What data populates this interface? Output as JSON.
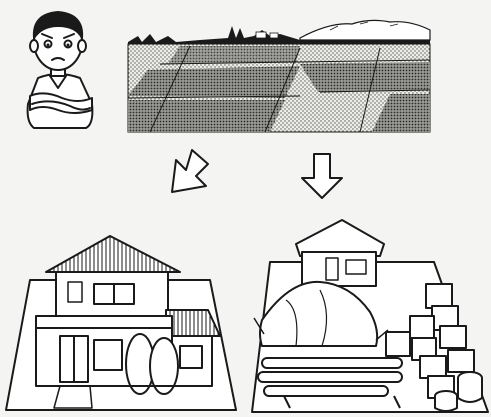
{
  "illustration": {
    "panels": [
      {
        "id": "farmland",
        "icon": "farmland-icon"
      },
      {
        "id": "house",
        "icon": "house-icon"
      },
      {
        "id": "storage_yard",
        "icon": "storage-yard-icon"
      }
    ],
    "figure": {
      "icon": "worried-man-icon"
    },
    "arrows": [
      {
        "id": "to-house",
        "icon": "arrow-down-left-icon"
      },
      {
        "id": "to-storage-yard",
        "icon": "arrow-down-icon"
      }
    ],
    "colors": {
      "ink": "#1a1a1a",
      "paper": "#f4f4f2",
      "field_light": "#e4e4e0",
      "field_dark": "#b9b9b4"
    }
  }
}
